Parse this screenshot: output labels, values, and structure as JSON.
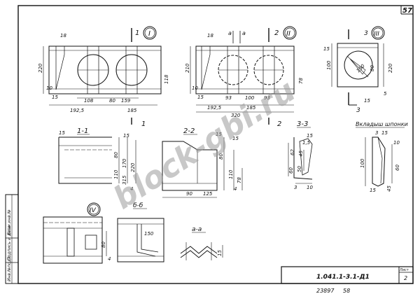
{
  "sheet": {
    "page_number": "57",
    "designation": "1.041.1-3.1-Д1",
    "sheet_label": "Лист",
    "sheet_no": "2",
    "inventory": "23897",
    "inventory_page": "58",
    "side_stamp_1": "Инв.№подл.",
    "side_stamp_2": "Подпись и дата",
    "side_stamp_3": "Взам.инв.№"
  },
  "watermark": "block-gbi.ru",
  "views": {
    "node_I": {
      "mark": "I",
      "cut": "1",
      "dims": [
        "18",
        "220",
        "15",
        "10",
        "108",
        "80",
        "159",
        "192,5",
        "185",
        "118"
      ]
    },
    "node_II": {
      "mark": "II",
      "cut": "2",
      "section_mark": "a",
      "dims": [
        "18",
        "210",
        "15",
        "10",
        "93",
        "100",
        "93",
        "192,5",
        "185",
        "320",
        "78"
      ]
    },
    "node_III": {
      "mark": "III",
      "cut": "3",
      "dims": [
        "100",
        "150",
        "80",
        "220",
        "15",
        "5",
        "15"
      ]
    },
    "section_1_1": {
      "title": "1-1",
      "dims": [
        "15",
        "80",
        "110",
        "170",
        "220",
        "315",
        "4",
        "15"
      ]
    },
    "section_2_2": {
      "title": "2-2",
      "dims": [
        "15",
        "80",
        "110",
        "90",
        "125",
        "78",
        "4",
        "15"
      ]
    },
    "section_3_3": {
      "title": "3-3",
      "dims": [
        "62",
        "45",
        "60",
        "50",
        "15",
        "1,5",
        "3",
        "10"
      ]
    },
    "insert_key": {
      "title": "Вкладыш шпонки",
      "dims": [
        "3",
        "15",
        "10",
        "100",
        "60",
        "45",
        "15"
      ]
    },
    "node_IV": {
      "mark": "IV",
      "dims": [
        "80",
        "4"
      ]
    },
    "section_b_b": {
      "title": "б-б",
      "dims": [
        "150"
      ]
    },
    "section_a_a": {
      "title": "а-а",
      "dims": [
        "15"
      ]
    }
  }
}
